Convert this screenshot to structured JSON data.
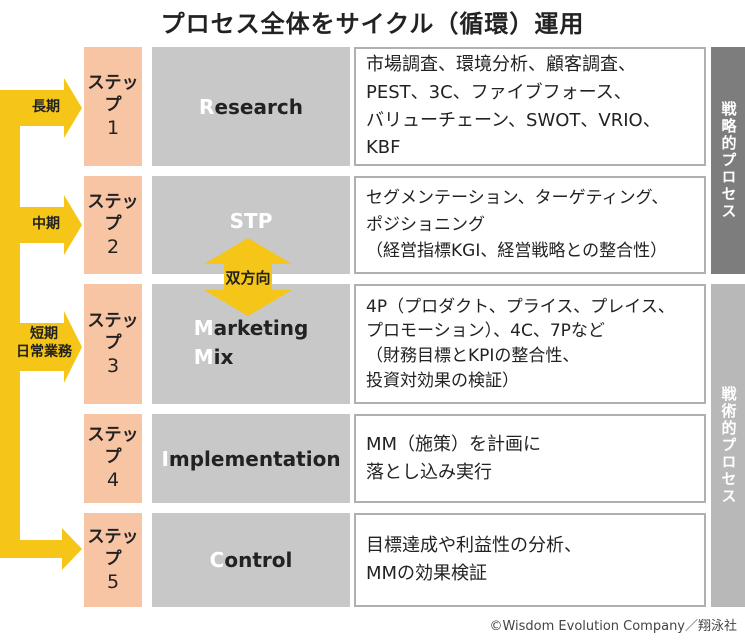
{
  "title": "プロセス全体をサイクル（循環）運用",
  "steps": [
    {
      "label": "ステップ",
      "number": "1"
    },
    {
      "label": "ステップ",
      "number": "2"
    },
    {
      "label": "ステップ",
      "number": "3"
    },
    {
      "label": "ステップ",
      "number": "4"
    },
    {
      "label": "ステップ",
      "number": "5"
    }
  ],
  "phases": [
    {
      "initial": "R",
      "rest": "esearch"
    },
    {
      "initial": "",
      "rest": "STP"
    },
    {
      "initial1": "M",
      "rest1": "arketing",
      "initial2": "M",
      "rest2": "ix"
    },
    {
      "initial": "I",
      "rest": "mplementation"
    },
    {
      "initial": "C",
      "rest": "ontrol"
    }
  ],
  "descriptions": [
    [
      "市場調査、環境分析、顧客調査、",
      "PEST、3C、ファイブフォース、",
      "バリューチェーン、SWOT、VRIO、",
      "KBF"
    ],
    [
      "セグメンテーション、ターゲティング、",
      "ポジショニング",
      "（経営指標KGI、経営戦略との整合性）"
    ],
    [
      "4P（プロダクト、プライス、プレイス、",
      "プロモーション）、4C、7Pなど",
      "（財務目標とKPIの整合性、",
      "投資対効果の検証）"
    ],
    [
      "MM（施策）を計画に",
      "落とし込み実行"
    ],
    [
      "目標達成や利益性の分析、",
      "MMの効果検証"
    ]
  ],
  "side_labels": {
    "strategic": "戦略的プロセス",
    "tactical": "戦術的プロセス"
  },
  "timeline_labels": {
    "long": "長期",
    "mid": "中期",
    "short_1": "短期",
    "short_2": "日常業務"
  },
  "bidirectional_label": "双方向",
  "copyright": "©Wisdom Evolution Company／翔泳社",
  "colors": {
    "yellow": "#f5c617",
    "step_bg": "#f7c4a4",
    "phase_bg": "#c8c8c8",
    "strategic_bg": "#7d7d7d",
    "tactical_bg": "#b8b8b8"
  }
}
